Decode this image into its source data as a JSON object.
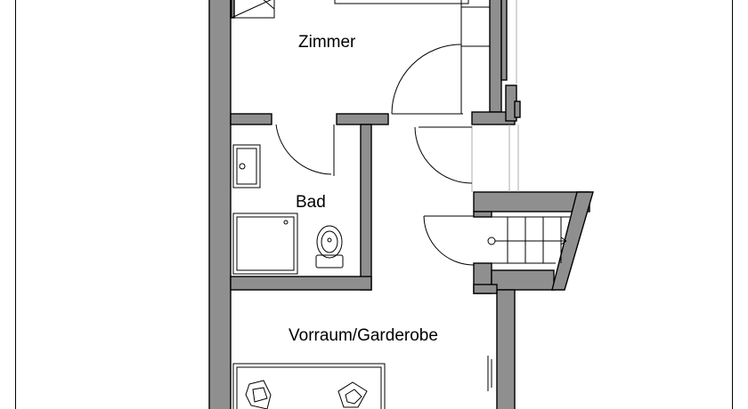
{
  "rooms": {
    "zimmer": "Zimmer",
    "bad": "Bad",
    "vorraum": "Vorraum/Garderobe"
  },
  "colors": {
    "wall_fill": "#8f8f8f",
    "line": "#000000",
    "background": "#ffffff"
  },
  "icons": [
    "toilet-icon",
    "sink-icon",
    "shower-tray-icon",
    "stair-icon",
    "bed-icon"
  ]
}
